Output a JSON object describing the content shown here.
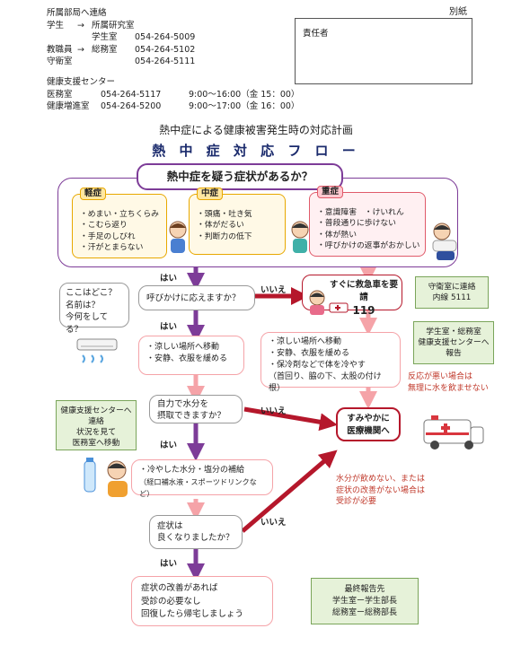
{
  "header": {
    "contact_title": "所属部局へ連絡",
    "student_label": "学生",
    "student_arrow": "→",
    "student_dest": "所属研究室",
    "student_office": "学生室",
    "student_office_tel": "054-264-5009",
    "staff_label": "教職員",
    "staff_arrow": "→",
    "staff_dest": "総務室",
    "staff_tel": "054-264-5102",
    "guard_label": "守衛室",
    "guard_tel": "054-264-5111",
    "health_center": "健康支援センター",
    "clinic_label": "医務室",
    "clinic_tel": "054-264-5117",
    "clinic_hours": "9:00〜16:00（金 15：00）",
    "promo_label": "健康増進室",
    "promo_tel": "054-264-5200",
    "promo_hours": "9:00〜17:00（金 16：00）",
    "betsu": "別紙",
    "responsible": "責任者"
  },
  "plan_title": "熱中症による健康被害発生時の対応計画",
  "flow_title": "熱 中 症 対 応 フ ロ ー",
  "question_main": "熱中症を疑う症状があるか？",
  "mild": {
    "tag": "軽症",
    "items": [
      "・めまい・立ちくらみ",
      "・こむら返り",
      "・手足のしびれ",
      "・汗がとまらない"
    ]
  },
  "moderate": {
    "tag": "中症",
    "items": [
      "・頭痛・吐き気",
      "・体がだるい",
      "・判断力の低下"
    ]
  },
  "severe": {
    "tag": "重症",
    "items": [
      "・意識障害　・けいれん",
      "・普段通りに歩けない",
      "・体が熱い",
      "・呼びかけの返事がおかしい"
    ]
  },
  "yes": "はい",
  "no": "いいえ",
  "q_respond": "呼びかけに応えますか？",
  "ask_box": [
    "ここはどこ？",
    "名前は？",
    "今何をしてる？"
  ],
  "ambulance": [
    "すぐに救急車を要請",
    "119"
  ],
  "guard_contact": [
    "守衛室に連絡",
    "内線 5111"
  ],
  "report_box": [
    "学生室・総務室",
    "健康支援センターへ",
    "報告"
  ],
  "cool_left": [
    "・涼しい場所へ移動",
    "・安静、衣服を緩める"
  ],
  "cool_right": [
    "・涼しい場所へ移動",
    "・安静、衣服を緩める",
    "・保冷剤などで体を冷やす",
    "（首回り、脇の下、太股の付け根）"
  ],
  "no_water_note": [
    "反応が悪い場合は",
    "無理に水を飲ませない"
  ],
  "health_center_box": [
    "健康支援センターへ",
    "連絡",
    "状況を見て",
    "医務室へ移動"
  ],
  "q_drink": [
    "自力で水分を",
    "摂取できますか？"
  ],
  "hospital": [
    "すみやかに",
    "医療機関へ"
  ],
  "hydrate": [
    "・冷やした水分・塩分の補給",
    "（経口補水液・スポーツドリンクなど）"
  ],
  "hydrate_fail_note": [
    "水分が飲めない、または",
    "症状の改善がない場合は",
    "受診が必要"
  ],
  "q_improve": [
    "症状は",
    "良くなりましたか？"
  ],
  "final_box": [
    "症状の改善があれば",
    "受診の必要なし",
    "回復したら帰宅しましょう"
  ],
  "final_report": [
    "最終報告先",
    "学生室ー学生部長",
    "総務室ー総務部長"
  ],
  "colors": {
    "purple": "#7d3c98",
    "pink": "#f5a3a8",
    "red": "#b5172b",
    "green_bg": "#e6f2d9"
  }
}
